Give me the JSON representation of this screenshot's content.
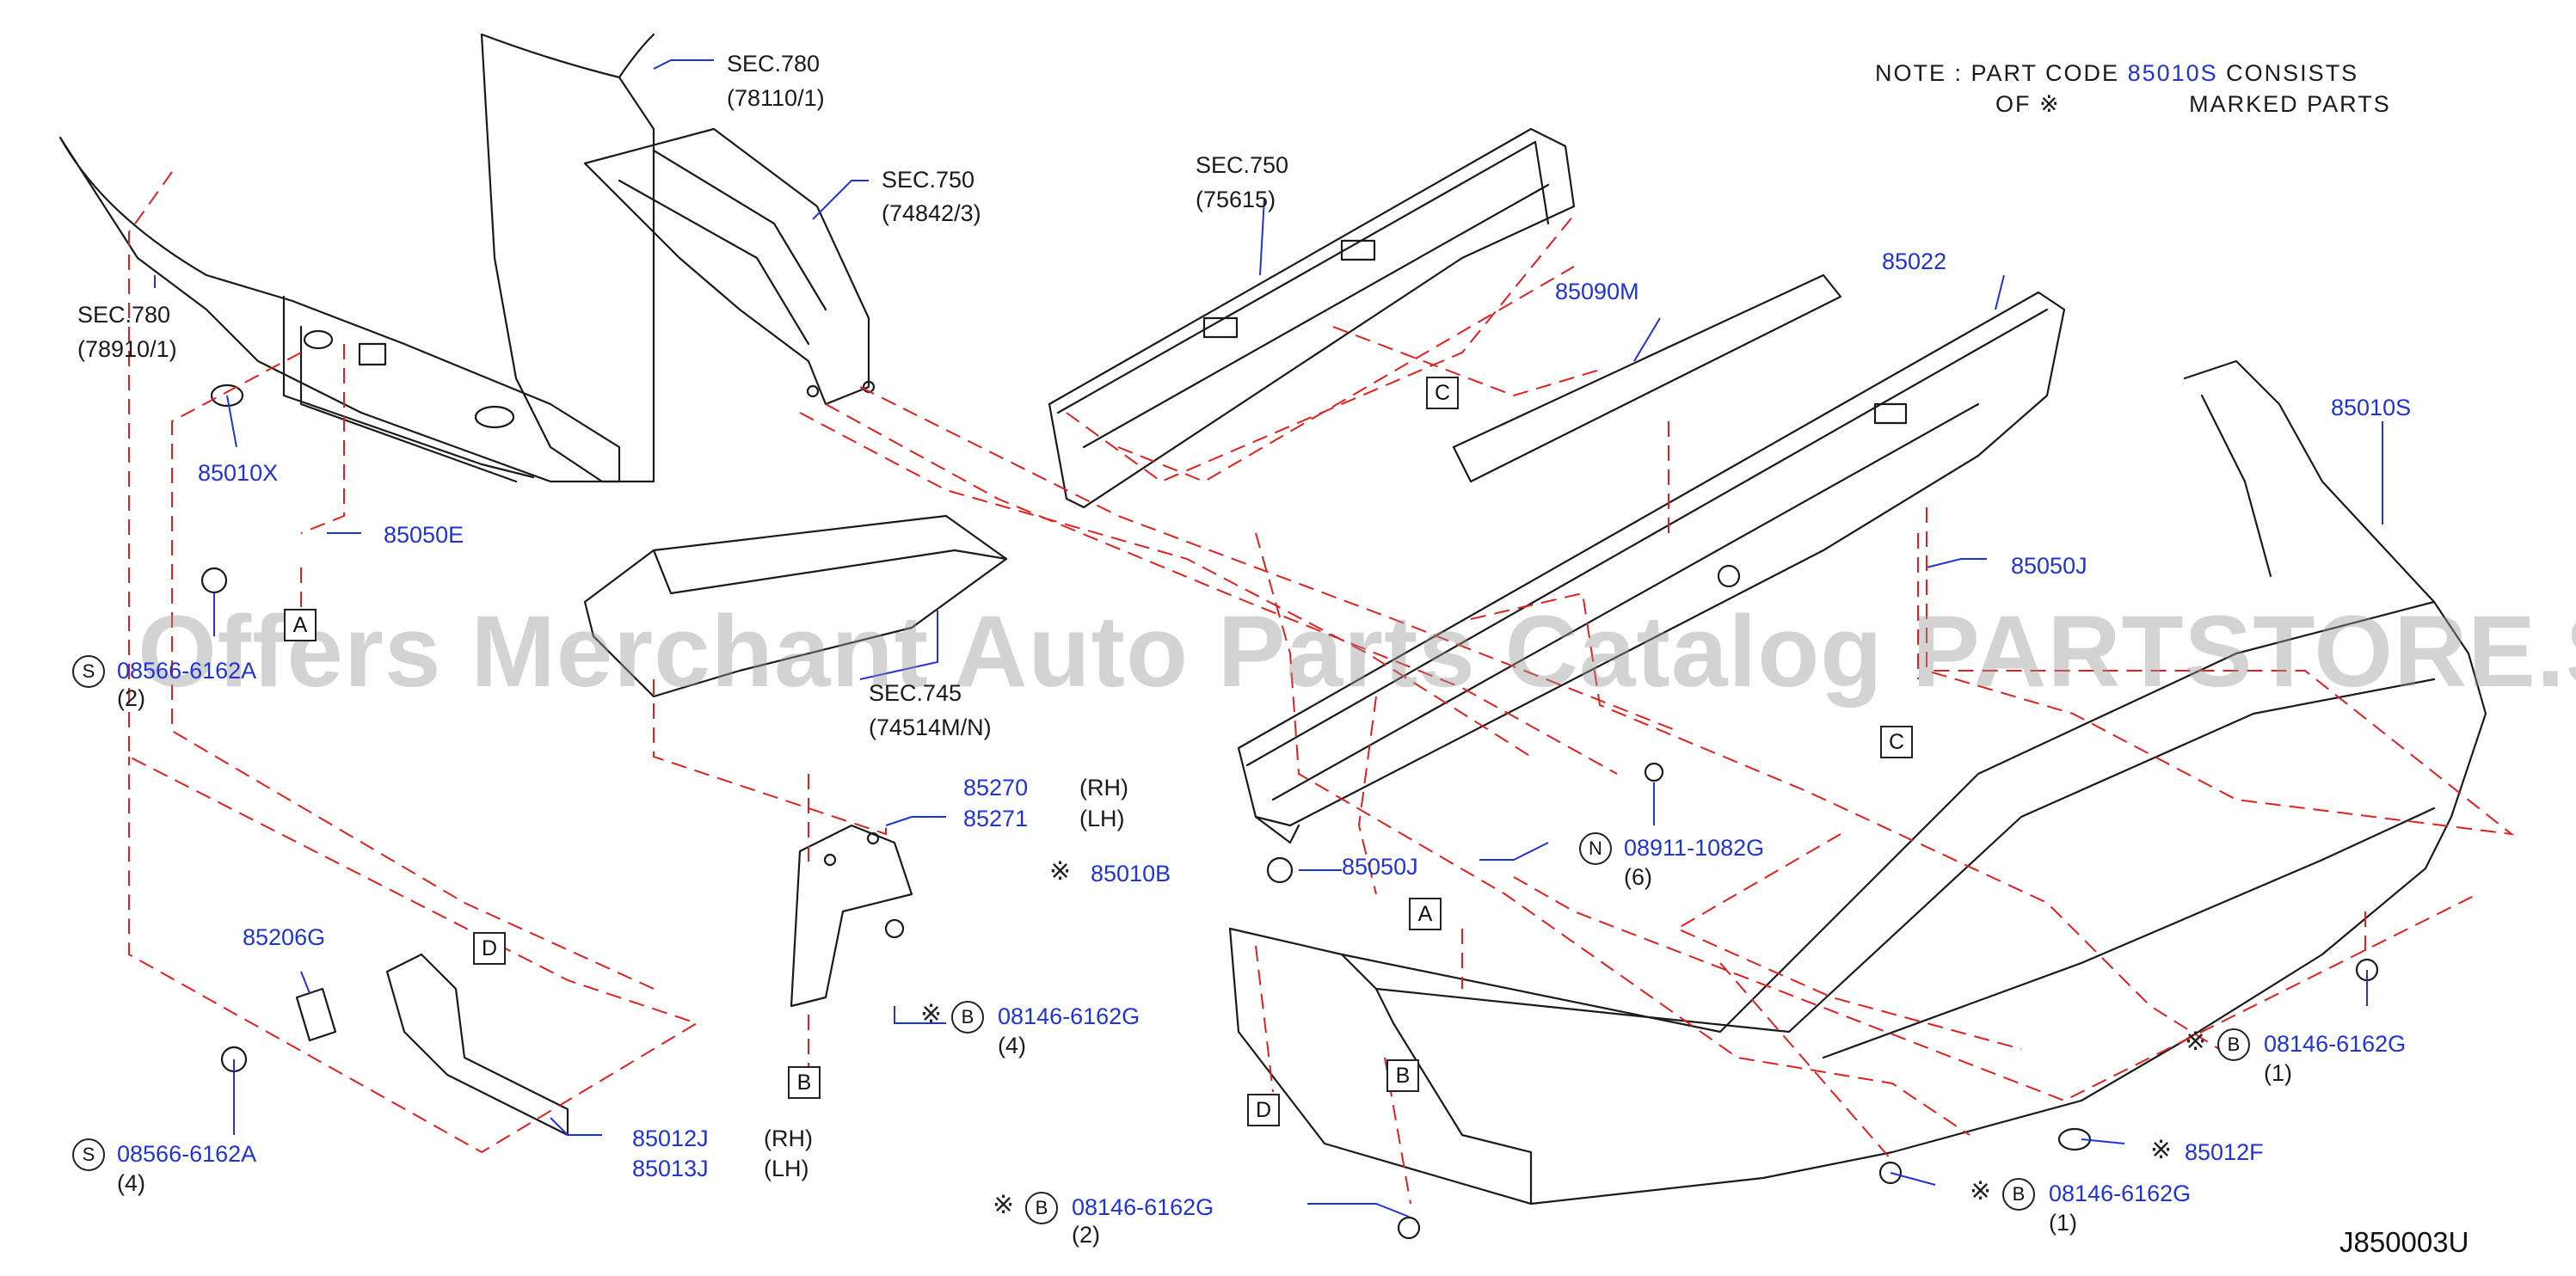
{
  "note": {
    "line1_prefix": "NOTE  :  PART  CODE",
    "line1_code": "85010S",
    "line1_suffix": "CONSISTS",
    "line2_prefix": "OF",
    "line2_mark": "※",
    "line2_suffix": "MARKED   PARTS"
  },
  "drawing_code": "J850003U",
  "watermark": "Offers Merchant Auto Parts Catalog PARTSTORE.SA",
  "references": {
    "sec780_top": "SEC.780",
    "sec780_top_sub": "(78110/1)",
    "sec750_left": "SEC.750",
    "sec750_left_sub": "(74842/3)",
    "sec780_left": "SEC.780",
    "sec780_left_sub": "(78910/1)",
    "sec750_mid": "SEC.750",
    "sec750_mid_sub": "(75615)",
    "sec745": "SEC.745",
    "sec745_sub": "(74514M/N)"
  },
  "parts": {
    "p85010X": "85010X",
    "p85050E": "85050E",
    "p85090M": "85090M",
    "p85022": "85022",
    "p85010S": "85010S",
    "p85050J_right": "85050J",
    "p85050J_mid": "85050J",
    "p85270": "85270",
    "p85271": "85271",
    "p85010B": "85010B",
    "p85206G": "85206G",
    "p85012J": "85012J",
    "p85013J": "85013J",
    "p85012F": "85012F",
    "n08911": "08911-1082G",
    "s08566_top": "08566-6162A",
    "s08566_bottom": "08566-6162A",
    "b08146_mid": "08146-6162G",
    "b08146_right": "08146-6162G",
    "b08146_bottom_center": "08146-6162G",
    "b08146_bottom_right": "08146-6162G"
  },
  "quantities": {
    "s08566_top": "(2)",
    "s08566_bottom": "(4)",
    "n08911": "(6)",
    "b08146_mid": "(4)",
    "b08146_right": "(1)",
    "b08146_bottom_center": "(2)",
    "b08146_bottom_right": "(1)"
  },
  "sides": {
    "rh_mid": "(RH)",
    "lh_mid": "(LH)",
    "rh_bottom": "(RH)",
    "lh_bottom": "(LH)"
  },
  "prefixes": {
    "S": "S",
    "N": "N",
    "B": "B"
  },
  "callouts": {
    "A": "A",
    "B": "B",
    "C": "C",
    "D": "D"
  },
  "mark": "※",
  "colors": {
    "part_number": "#1f33d6",
    "leader": "#e02020",
    "outline": "#1a1a1a",
    "background": "#ffffff"
  }
}
